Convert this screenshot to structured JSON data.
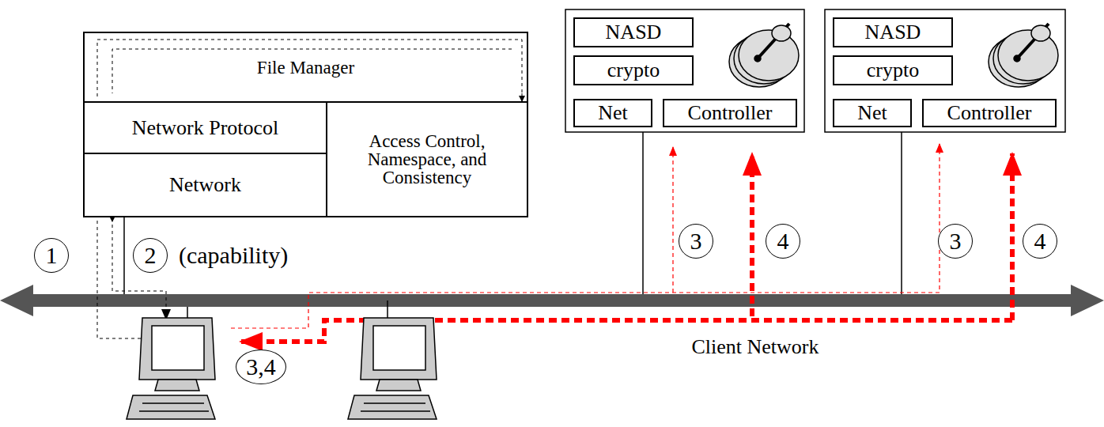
{
  "diagram": {
    "nodes": [
      {
        "text": [
          "File Manager"
        ]
      },
      {
        "text": [
          "Network Protocol"
        ],
        "in": 0
      },
      {
        "text": [
          "Network"
        ],
        "in": 0
      },
      {
        "text": [
          "Access Control, Namespace, and Consistency"
        ],
        "in": 0
      },
      {
        "text": [
          "NASD"
        ]
      },
      {
        "text": [
          "crypto"
        ]
      },
      {
        "text": [
          "Net"
        ]
      },
      {
        "text": [
          "Controller"
        ]
      },
      {
        "text": [
          "NASD"
        ]
      },
      {
        "text": [
          "crypto"
        ]
      },
      {
        "text": [
          "Net"
        ]
      },
      {
        "text": [
          "Controller"
        ]
      }
    ],
    "labels": [
      "1",
      "2",
      "(capability)",
      "3",
      "4",
      "3",
      "4",
      "3,4",
      "Client Network"
    ]
  }
}
